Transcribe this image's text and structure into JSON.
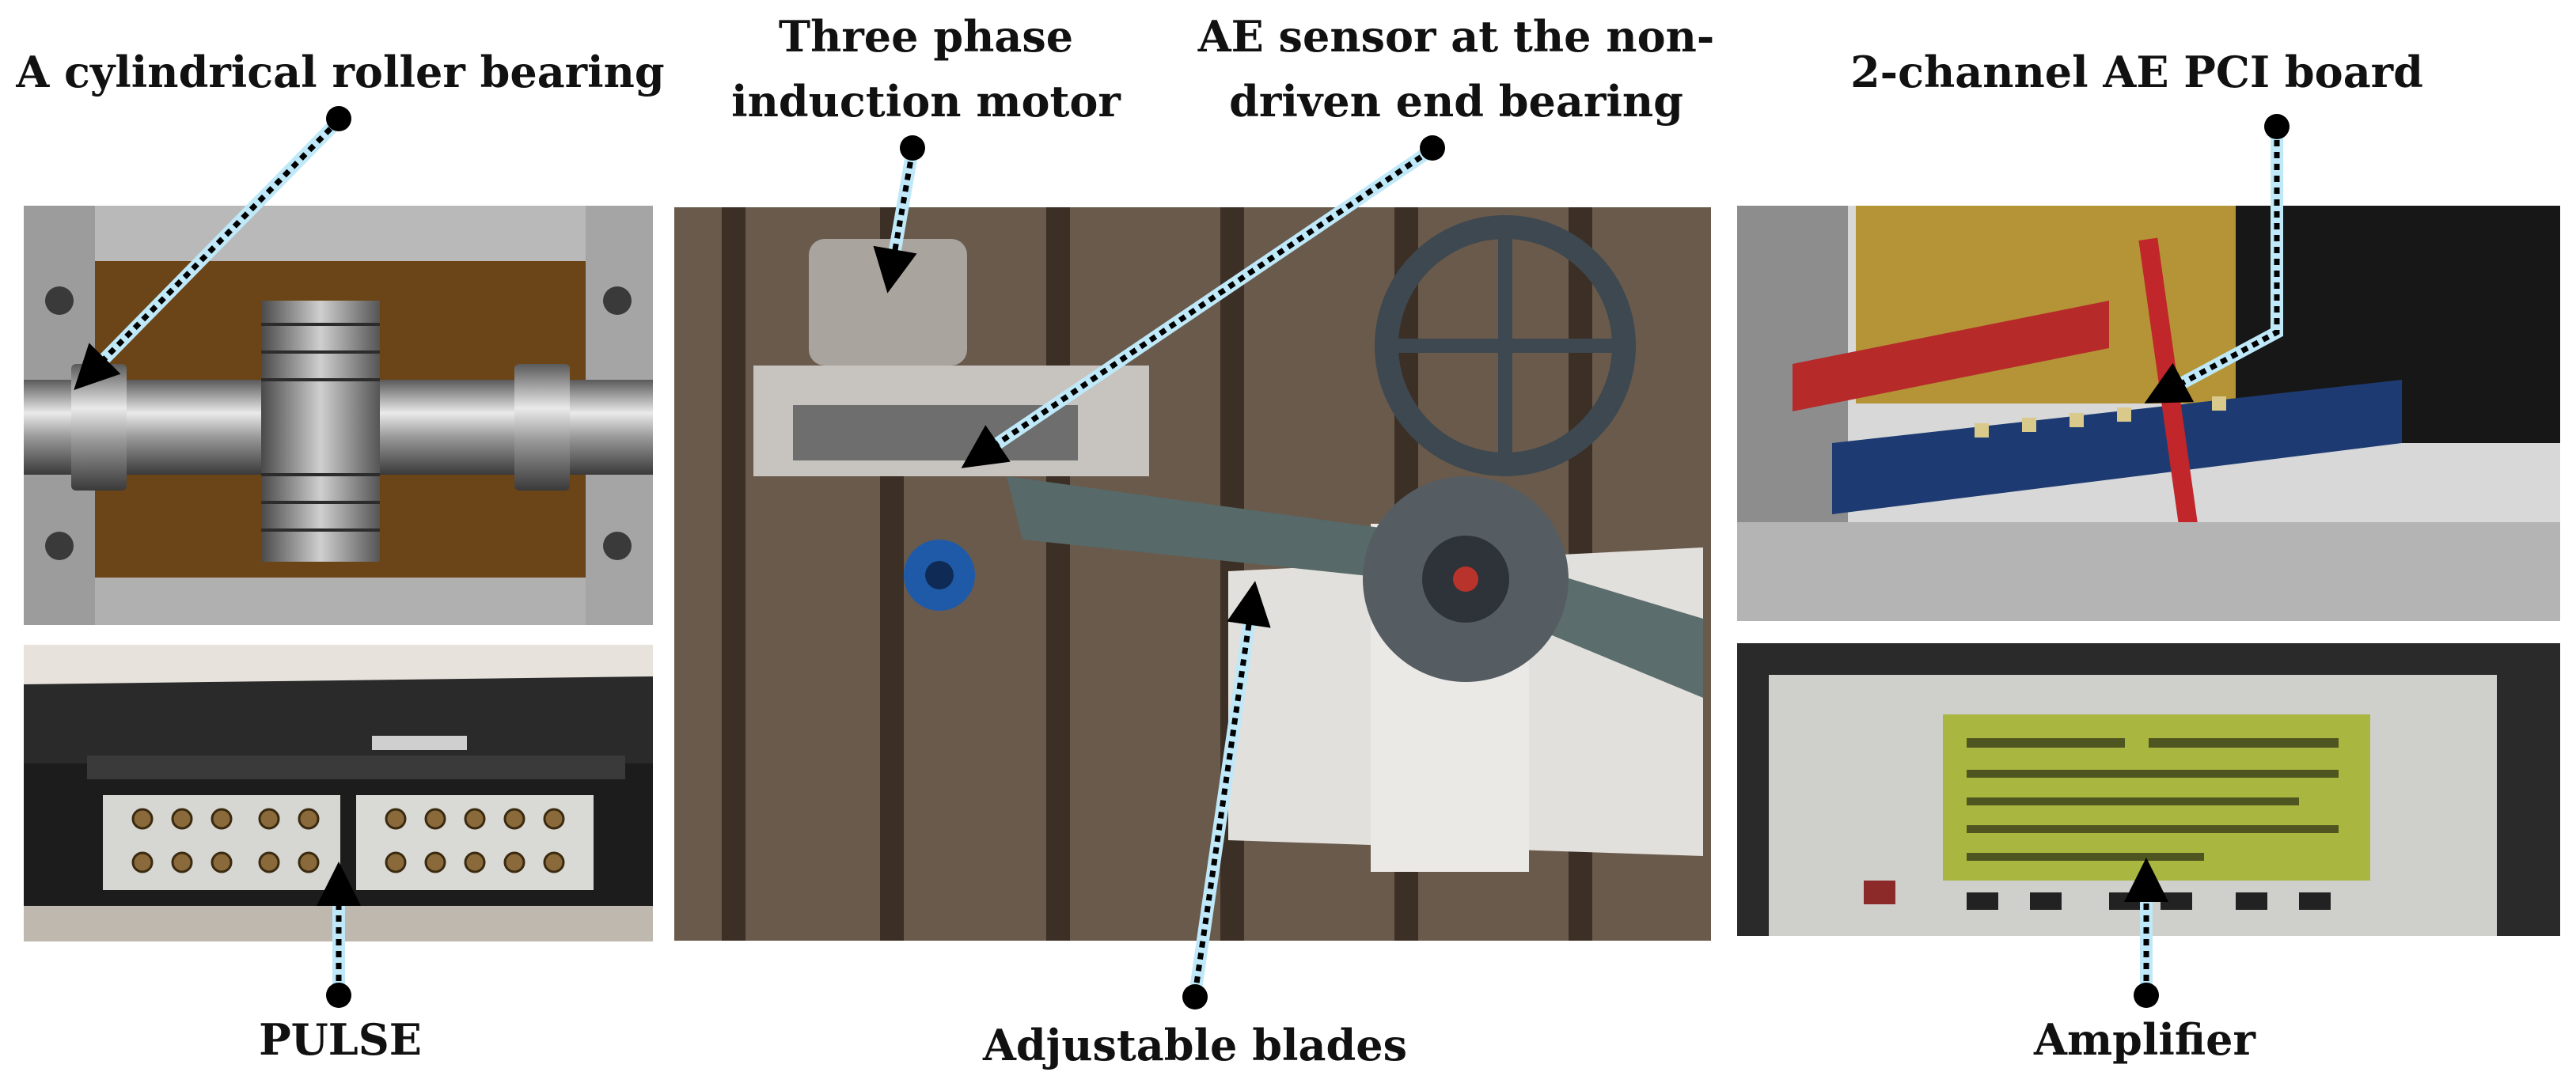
{
  "labels": {
    "bearing": "A cylindrical roller bearing",
    "motor_line1": "Three phase",
    "motor_line2": "induction motor",
    "sensor_line1": "AE sensor at the non-",
    "sensor_line2": "driven end bearing",
    "pci": "2-channel AE PCI board",
    "pulse": "PULSE",
    "blades": "Adjustable blades",
    "amplifier": "Amplifier"
  },
  "colors": {
    "arrow_stroke": "#000000",
    "arrow_glow": "#bfe8f8",
    "text": "#111111"
  }
}
